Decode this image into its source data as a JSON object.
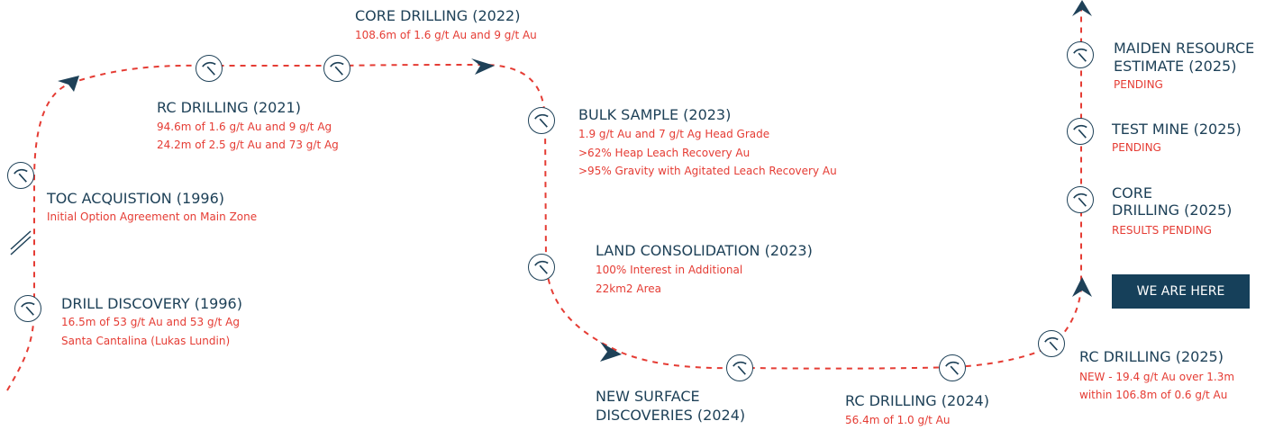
{
  "milestones": [
    {
      "title": "DRILL DISCOVERY (1996)",
      "details": [
        "16.5m of 53 g/t Au and 53 g/t Ag",
        "Santa Cantalina (Lukas Lundin)"
      ]
    },
    {
      "title": "TOC ACQUISTION (1996)",
      "details": [
        "Initial Option Agreement on Main Zone"
      ]
    },
    {
      "title": "RC DRILLING (2021)",
      "details": [
        "94.6m of 1.6 g/t Au and 9 g/t Ag",
        "24.2m of 2.5 g/t Au and 73 g/t Ag"
      ]
    },
    {
      "title": "CORE DRILLING (2022)",
      "details": [
        "108.6m of 1.6 g/t Au and 9 g/t Au"
      ]
    },
    {
      "title": "BULK SAMPLE (2023)",
      "details": [
        "1.9 g/t Au and 7 g/t Ag Head Grade",
        ">62% Heap Leach Recovery Au",
        ">95% Gravity with Agitated Leach Recovery Au"
      ]
    },
    {
      "title": "LAND CONSOLIDATION (2023)",
      "details": [
        "100% Interest in Additional",
        "22km2 Area"
      ]
    },
    {
      "title_lines": [
        "NEW SURFACE",
        "DISCOVERIES (2024)"
      ]
    },
    {
      "title": "RC DRILLING (2024)",
      "details": [
        "56.4m of 1.0 g/t Au"
      ]
    },
    {
      "title": "RC DRILLING (2025)",
      "details": [
        "NEW - 19.4 g/t Au over 1.3m",
        "within 106.8m of 0.6 g/t Au"
      ]
    },
    {
      "title_lines": [
        "CORE",
        "DRILLING (2025)"
      ],
      "details": [
        "RESULTS PENDING"
      ]
    },
    {
      "title": "TEST MINE (2025)",
      "details": [
        "PENDING"
      ]
    },
    {
      "title_lines": [
        "MAIDEN RESOURCE",
        "ESTIMATE (2025)"
      ],
      "details": [
        "PENDING"
      ]
    }
  ],
  "status_label": "WE ARE HERE",
  "colors": {
    "accent": "#e53c34",
    "primary": "#1e4158",
    "badge": "#16405a"
  },
  "icon": "pickaxe-icon"
}
